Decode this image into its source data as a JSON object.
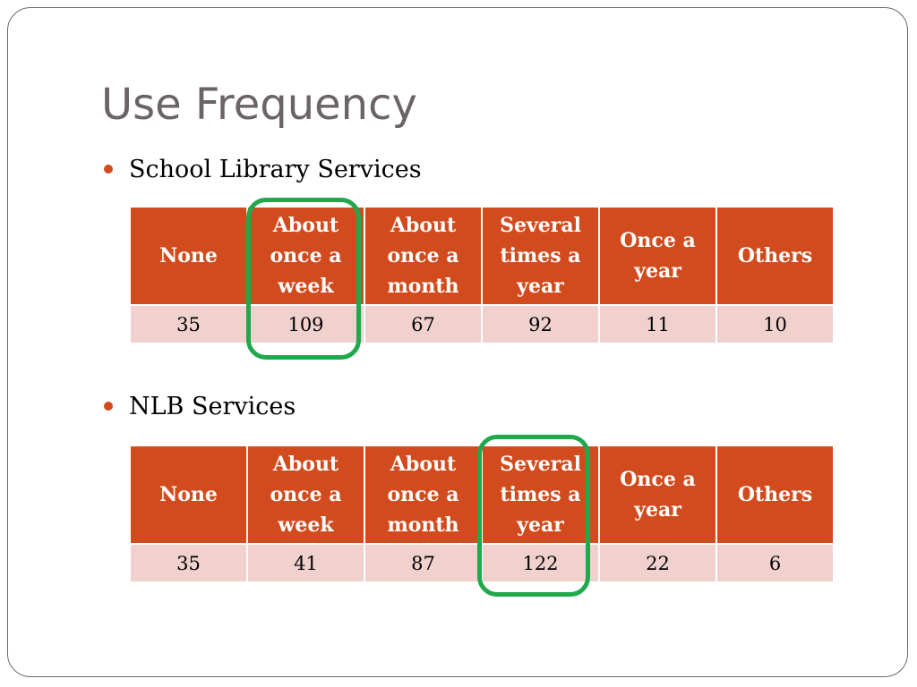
{
  "slide": {
    "title": "Use Frequency",
    "highlight_color": "#1fa84c",
    "accent_color": "#d24b1e",
    "row_color": "#f0d1cd"
  },
  "sections": [
    {
      "heading": "School Library Services",
      "columns": [
        "None",
        "About once a week",
        "About once a month",
        "Several times a year",
        "Once a year",
        "Others"
      ],
      "values": [
        "35",
        "109",
        "67",
        "92",
        "11",
        "10"
      ],
      "highlighted_column": "About once a week"
    },
    {
      "heading": "NLB Services",
      "columns": [
        "None",
        "About once a week",
        "About once a month",
        "Several times a year",
        "Once a year",
        "Others"
      ],
      "values": [
        "35",
        "41",
        "87",
        "122",
        "22",
        "6"
      ],
      "highlighted_column": "Several times a year"
    }
  ]
}
